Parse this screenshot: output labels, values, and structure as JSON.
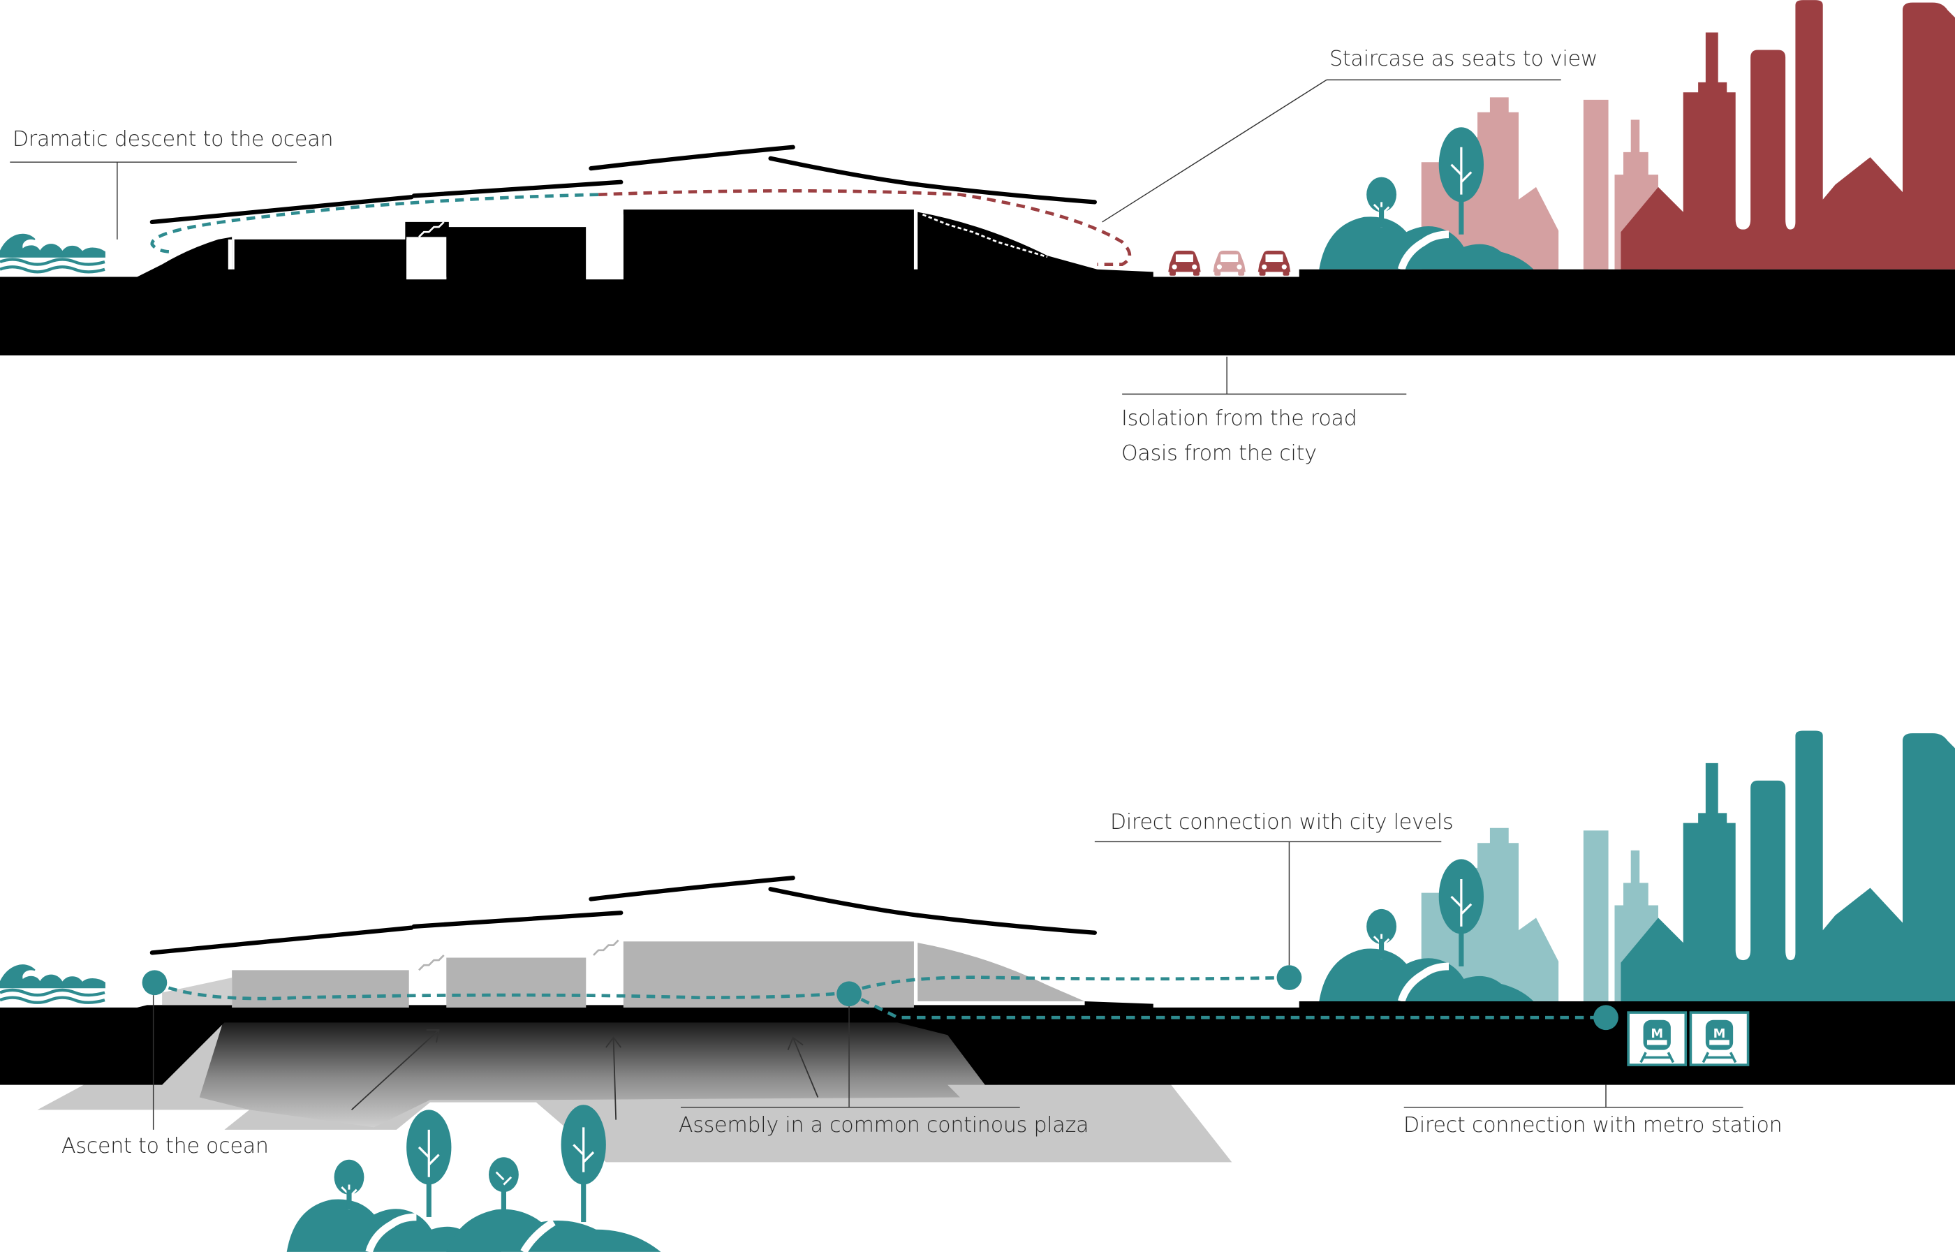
{
  "colors": {
    "teal": "#2e8b8f",
    "teal_light": "#92c3c6",
    "red": "#9c3f42",
    "red_light": "#d4a0a1",
    "ground": "#000000",
    "gray": "#b3b3b3",
    "gray_light": "#cfcfcf"
  },
  "top_section": {
    "labels": {
      "ocean_descent": "Dramatic descent to the ocean",
      "staircase": "Staircase as seats to view",
      "road_isolation": "Isolation from the road",
      "city_oasis": "Oasis from the city"
    },
    "icons": [
      "wave-icon",
      "car-icon",
      "tree-icon",
      "building-icon"
    ]
  },
  "bottom_section": {
    "labels": {
      "city_levels": "Direct connection with city levels",
      "ocean_ascent": "Ascent to the ocean",
      "assembly": "Assembly in a common continous plaza",
      "metro": "Direct connection with metro station"
    },
    "icons": [
      "wave-icon",
      "metro-icon",
      "tree-icon",
      "building-icon"
    ]
  }
}
